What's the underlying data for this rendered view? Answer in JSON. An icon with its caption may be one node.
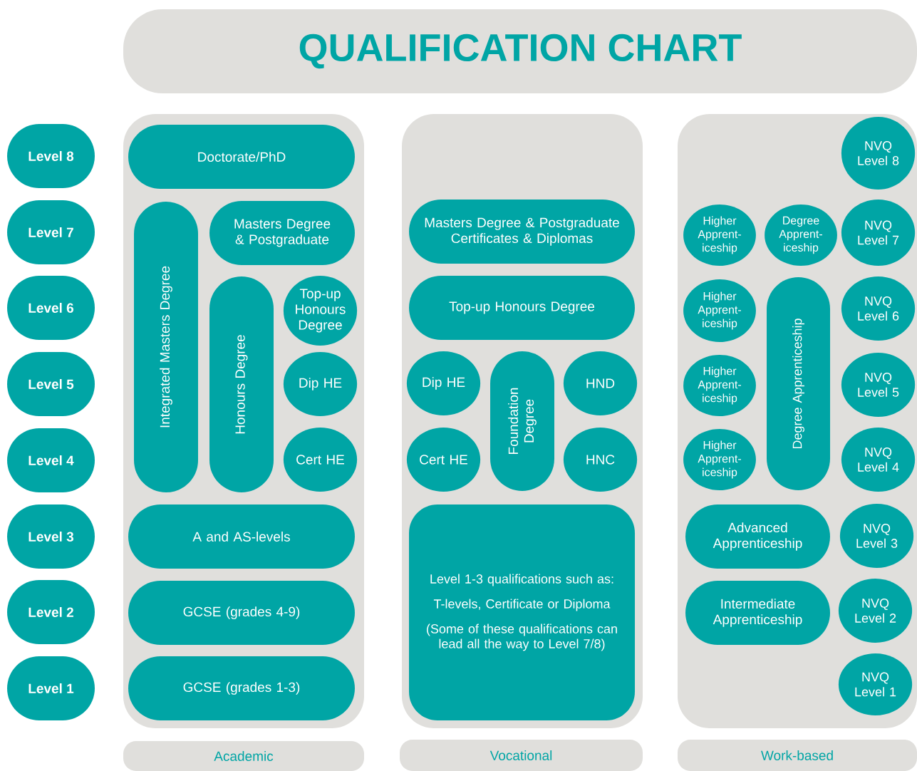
{
  "diagram": {
    "title": "QUALIFICATION CHART",
    "nodes": [
      {
        "text": [
          "Level 8"
        ]
      },
      {
        "text": [
          "Level 7"
        ]
      },
      {
        "text": [
          "Level 6"
        ]
      },
      {
        "text": [
          "Level 5"
        ]
      },
      {
        "text": [
          "Level 4"
        ]
      },
      {
        "text": [
          "Level 3"
        ]
      },
      {
        "text": [
          "Level 2"
        ]
      },
      {
        "text": [
          "Level 1"
        ]
      },
      {
        "text": [],
        "shape": "box"
      },
      {
        "text": [],
        "shape": "box"
      },
      {
        "text": [],
        "shape": "box"
      },
      {
        "text": [
          "Doctorate/PhD"
        ],
        "in": 8
      },
      {
        "text": [
          "Integrated Masters Degree"
        ],
        "in": 8
      },
      {
        "text": [
          "Masters Degree & Postgraduate"
        ],
        "in": 8
      },
      {
        "text": [
          "Honours Degree"
        ],
        "in": 8
      },
      {
        "text": [
          "Top-up Honours Degree"
        ],
        "in": 8
      },
      {
        "text": [
          "Dip HE"
        ],
        "in": 8
      },
      {
        "text": [
          "Cert HE"
        ],
        "in": 8
      },
      {
        "text": [
          "A and AS-levels"
        ],
        "in": 8
      },
      {
        "text": [
          "GCSE (grades 4-9)"
        ],
        "in": 8
      },
      {
        "text": [
          "GCSE (grades 1-3)"
        ],
        "in": 8
      },
      {
        "text": [
          "Masters Degree & Postgraduate Certificates & Diplomas"
        ],
        "in": 9
      },
      {
        "text": [
          "Top-up Honours Degree"
        ],
        "in": 9
      },
      {
        "text": [
          "Dip HE"
        ],
        "in": 9
      },
      {
        "text": [
          "Foundation Degree"
        ],
        "in": 9
      },
      {
        "text": [
          "HND"
        ],
        "in": 9
      },
      {
        "text": [
          "Cert HE"
        ],
        "in": 9
      },
      {
        "text": [
          "HNC"
        ],
        "in": 9
      },
      {
        "text": [
          "Level 1-3 qualifications such as:",
          "T-levels, Certificate or Diploma",
          "(Some of these qualifications can lead all the way to Level 7/8)"
        ],
        "in": 9
      },
      {
        "text": [
          "NVQ Level 8"
        ],
        "in": 10
      },
      {
        "text": [
          "Higher Apprent-iceship"
        ],
        "in": 10
      },
      {
        "text": [
          "Degree Apprent-iceship"
        ],
        "in": 10
      },
      {
        "text": [
          "NVQ Level 7"
        ],
        "in": 10
      },
      {
        "text": [
          "Higher Apprent-iceship"
        ],
        "in": 10
      },
      {
        "text": [
          "Degree Apprenticeship"
        ],
        "in": 10
      },
      {
        "text": [
          "NVQ Level 6"
        ],
        "in": 10
      },
      {
        "text": [
          "Higher Apprent-iceship"
        ],
        "in": 10
      },
      {
        "text": [
          "NVQ Level 5"
        ],
        "in": 10
      },
      {
        "text": [
          "Higher Apprent-iceship"
        ],
        "in": 10
      },
      {
        "text": [
          "NVQ Level 4"
        ],
        "in": 10
      },
      {
        "text": [
          "Advanced Apprenticeship"
        ],
        "in": 10
      },
      {
        "text": [
          "NVQ Level 3"
        ],
        "in": 10
      },
      {
        "text": [
          "Intermediate Apprenticeship"
        ],
        "in": 10
      },
      {
        "text": [
          "NVQ Level 2"
        ],
        "in": 10
      },
      {
        "text": [
          "NVQ Level 1"
        ],
        "in": 10
      },
      {
        "text": [
          "Academic"
        ]
      },
      {
        "text": [
          "Vocational"
        ]
      },
      {
        "text": [
          "Work-based"
        ]
      }
    ]
  }
}
